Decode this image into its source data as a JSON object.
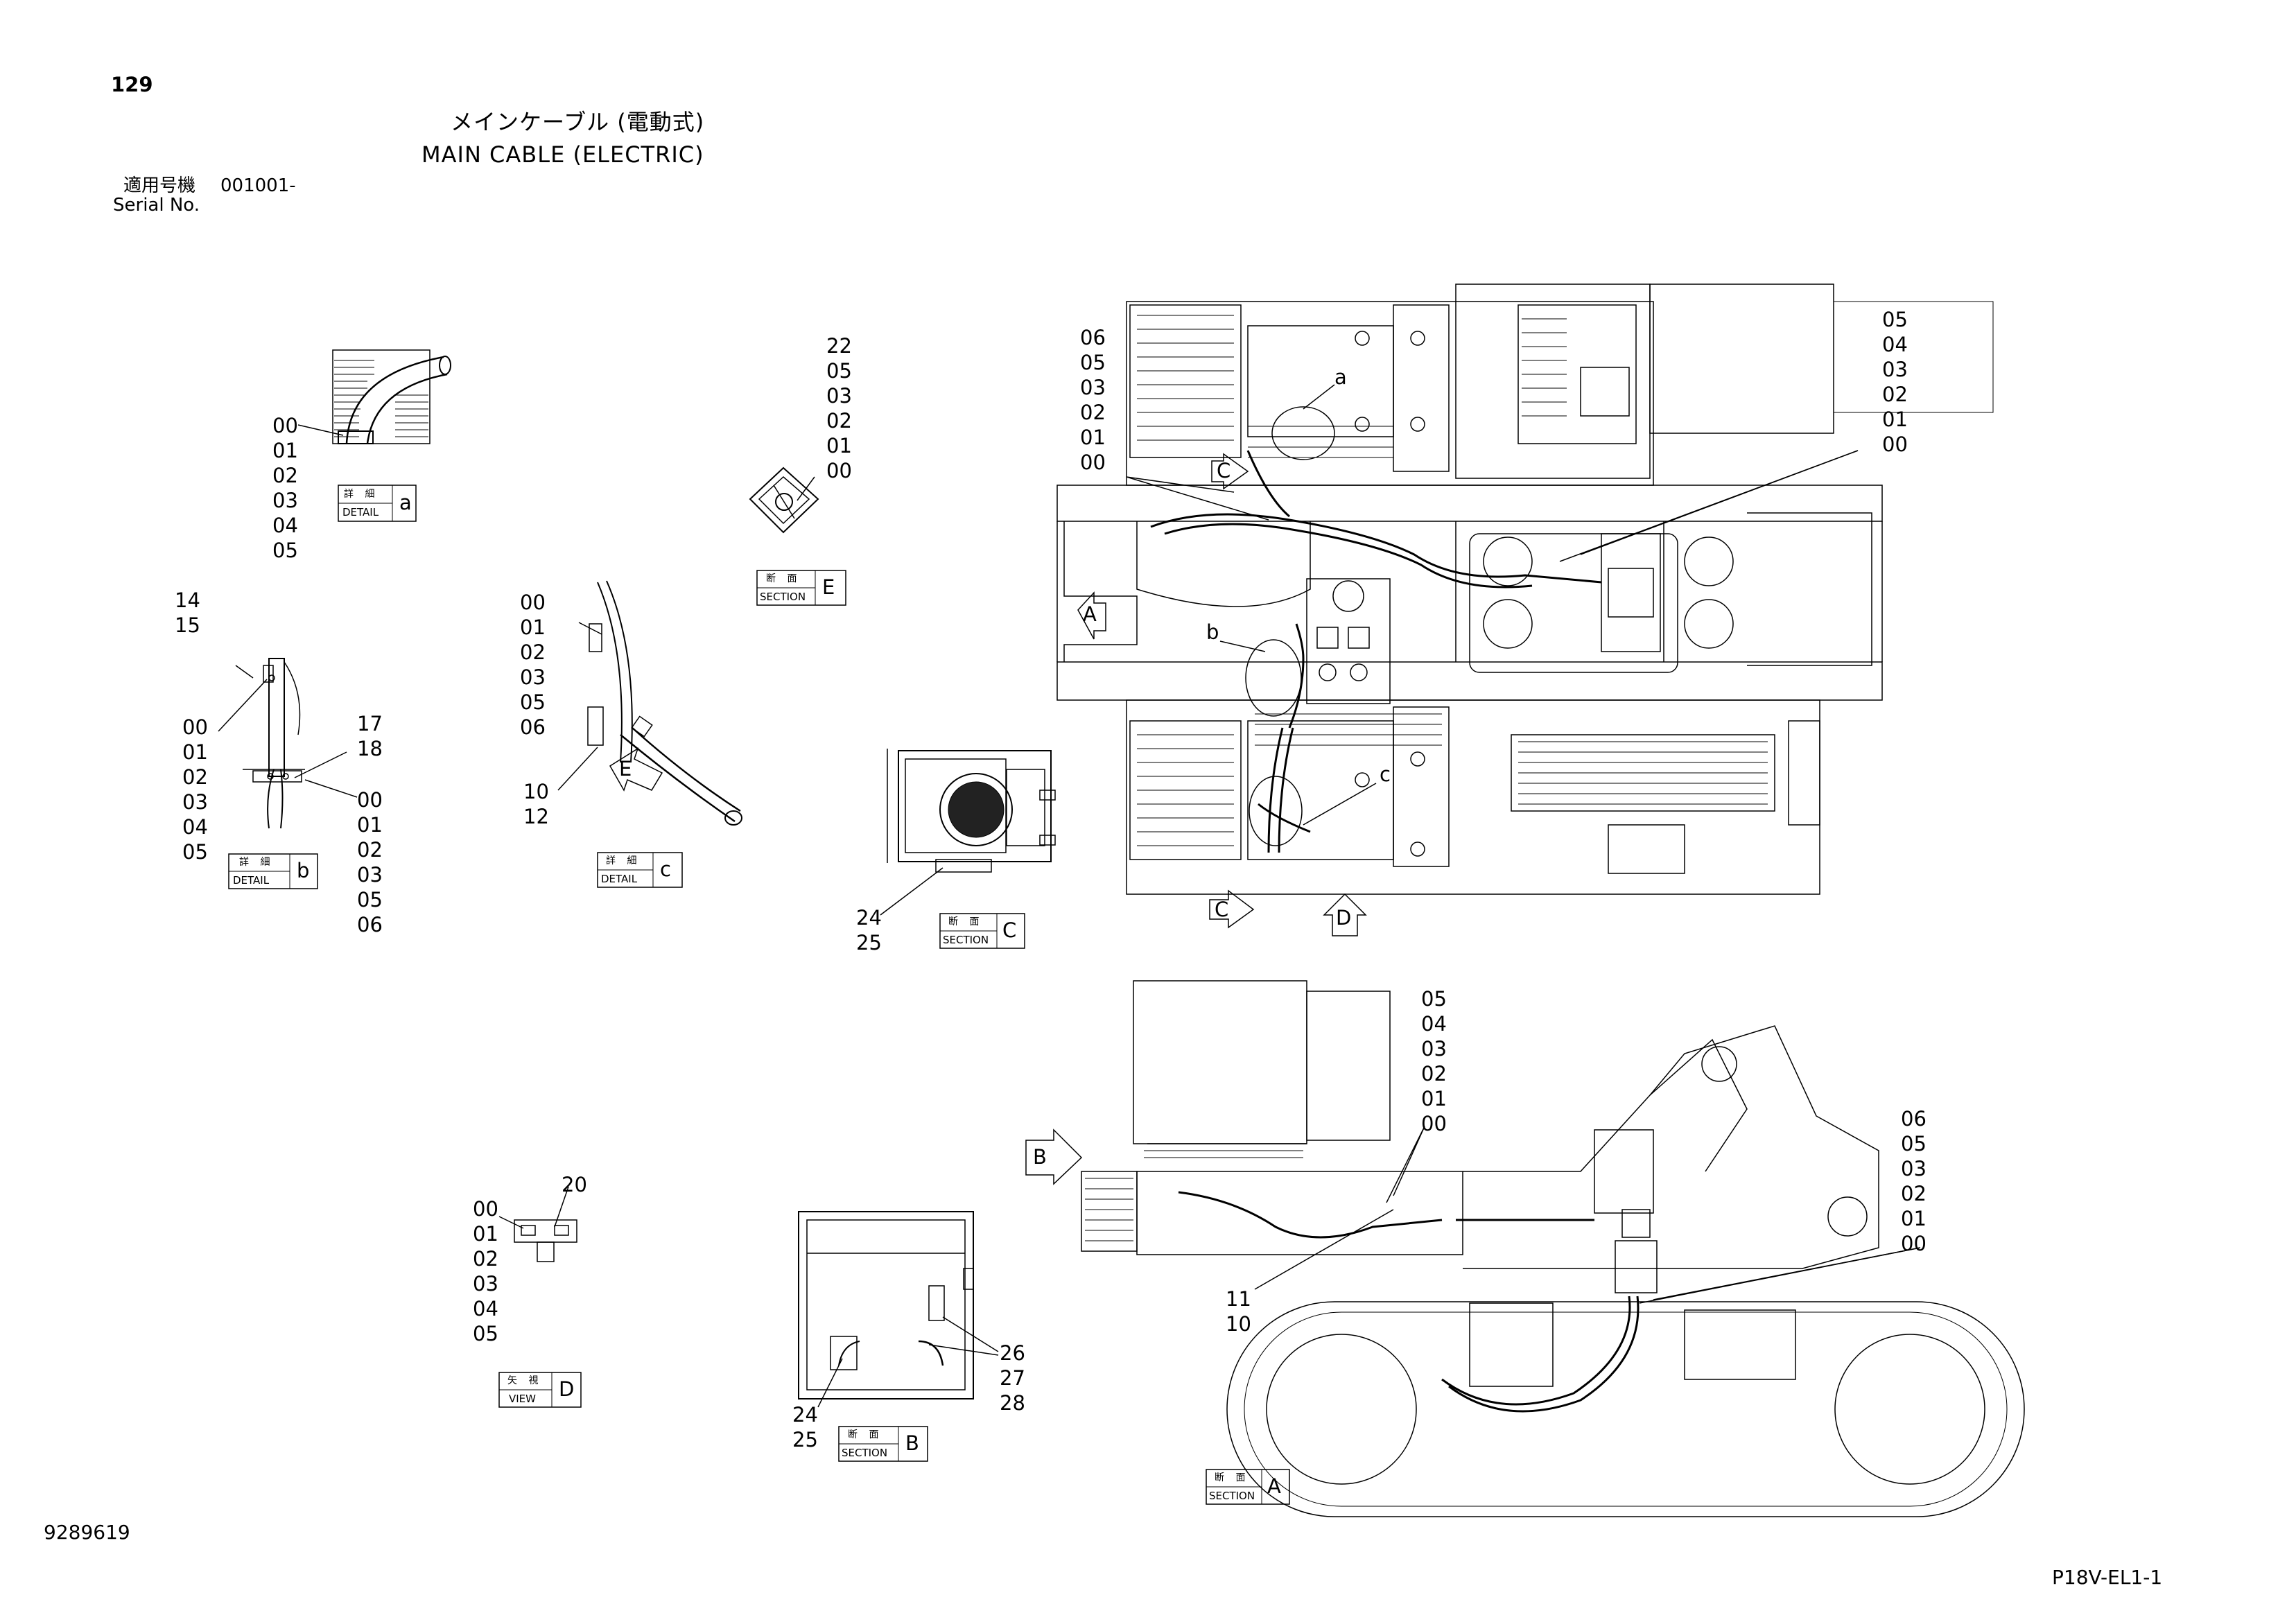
{
  "header": {
    "page_number": "129",
    "title_jp": "メインケーブル (電動式)",
    "title_en": "MAIN CABLE (ELECTRIC)",
    "serial_label_jp": "適用号機",
    "serial_value": "001001-",
    "serial_label_en": "Serial No."
  },
  "footer": {
    "doc_number": "9289619",
    "sheet_code": "P18V-EL1-1"
  },
  "colors": {
    "ink": "#000000",
    "paper": "#ffffff"
  },
  "callout_stacks": {
    "detail_a": [
      "00",
      "01",
      "02",
      "03",
      "04",
      "05"
    ],
    "section_e": [
      "22",
      "05",
      "03",
      "02",
      "01",
      "00"
    ],
    "detail_b_top": [
      "14",
      "15"
    ],
    "detail_b_left": [
      "00",
      "01",
      "02",
      "03",
      "04",
      "05"
    ],
    "detail_b_top_right": [
      "17",
      "18"
    ],
    "detail_b_right": [
      "00",
      "01",
      "02",
      "03",
      "05",
      "06"
    ],
    "detail_c_left": [
      "00",
      "01",
      "02",
      "03",
      "05",
      "06"
    ],
    "detail_c_bottom": [
      "10",
      "12"
    ],
    "section_c": [
      "24",
      "25"
    ],
    "view_d_top": [
      "20"
    ],
    "view_d_left": [
      "00",
      "01",
      "02",
      "03",
      "04",
      "05"
    ],
    "section_b_left": [
      "24",
      "25"
    ],
    "section_b_right": [
      "26",
      "27",
      "28"
    ],
    "top_view_left": [
      "06",
      "05",
      "03",
      "02",
      "01",
      "00"
    ],
    "top_view_right": [
      "05",
      "04",
      "03",
      "02",
      "01",
      "00"
    ],
    "side_view_upper": [
      "05",
      "04",
      "03",
      "02",
      "01",
      "00"
    ],
    "side_view_lower": [
      "11",
      "10"
    ],
    "side_view_right": [
      "06",
      "05",
      "03",
      "02",
      "01",
      "00"
    ]
  },
  "view_boxes": {
    "detail_a": {
      "top": "詳 細",
      "bottom": "DETAIL",
      "letter": "a"
    },
    "section_e": {
      "top": "断 面",
      "bottom": "SECTION",
      "letter": "E"
    },
    "detail_b": {
      "top": "詳 細",
      "bottom": "DETAIL",
      "letter": "b"
    },
    "detail_c": {
      "top": "詳 細",
      "bottom": "DETAIL",
      "letter": "c"
    },
    "section_c": {
      "top": "断 面",
      "bottom": "SECTION",
      "letter": "C"
    },
    "view_d": {
      "top": "矢 視",
      "bottom": "VIEW",
      "letter": "D"
    },
    "section_b": {
      "top": "断 面",
      "bottom": "SECTION",
      "letter": "B"
    },
    "section_a": {
      "top": "断 面",
      "bottom": "SECTION",
      "letter": "A"
    }
  },
  "view_arrows": {
    "top_c_upper": "C",
    "top_a": "A",
    "top_c_lower": "C",
    "top_d": "D",
    "side_b": "B",
    "detail_c_e": "E"
  },
  "detail_labels": {
    "top_a": "a",
    "top_b": "b",
    "top_c": "c"
  }
}
